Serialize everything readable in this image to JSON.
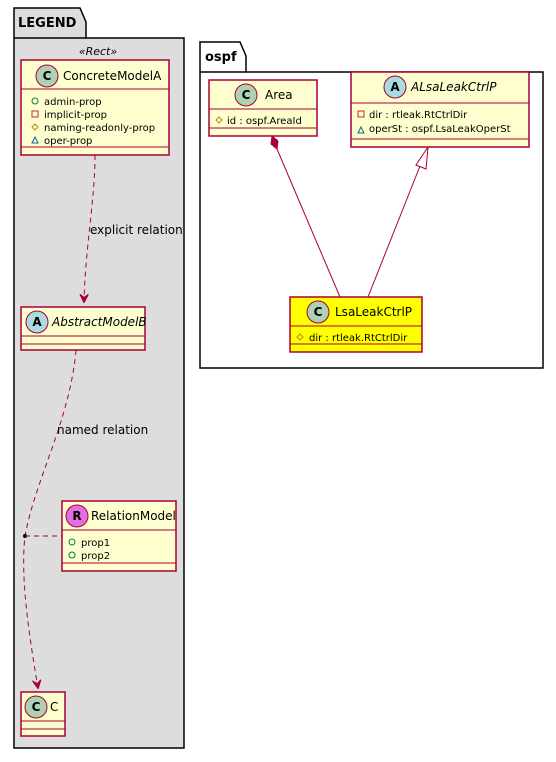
{
  "legend": {
    "title": "LEGEND",
    "stereotype": "«Rect»",
    "concrete_model": {
      "badge": "C",
      "name": "ConcreteModelA",
      "attributes": [
        {
          "vis": "+",
          "text": "admin-prop"
        },
        {
          "vis": "-",
          "text": "implicit-prop"
        },
        {
          "vis": "#",
          "text": "naming-readonly-prop"
        },
        {
          "vis": "~",
          "text": "oper-prop"
        }
      ]
    },
    "abstract_model": {
      "badge": "A",
      "name": "AbstractModelB"
    },
    "relation_model": {
      "badge": "R",
      "name": "RelationModel",
      "attributes": [
        {
          "vis": "+",
          "text": "prop1"
        },
        {
          "vis": "+",
          "text": "prop2"
        }
      ]
    },
    "class_c": {
      "badge": "C",
      "name": "C"
    },
    "relations": {
      "explicit": "explicit relation",
      "named": "named relation"
    }
  },
  "ospf": {
    "title": "ospf",
    "area": {
      "badge": "C",
      "name": "Area",
      "attributes": [
        {
          "vis": "#",
          "text": "id : ospf.AreaId"
        }
      ]
    },
    "alsa": {
      "badge": "A",
      "name": "ALsaLeakCtrlP",
      "attributes": [
        {
          "vis": "-",
          "text": "dir : rtleak.RtCtrlDir"
        },
        {
          "vis": "~",
          "text": "operSt : ospf.LsaLeakOperSt"
        }
      ]
    },
    "lsa": {
      "badge": "C",
      "name": "LsaLeakCtrlP",
      "attributes": [
        {
          "vis": "#",
          "text": "dir : rtleak.RtCtrlDir"
        }
      ]
    }
  },
  "colors": {
    "class_fill": "#fefece",
    "highlight_fill": "#ffff00",
    "border": "#a80036",
    "legend_bg": "#dddddd",
    "badge_c": "#add1b2",
    "badge_a": "#a9dcdf",
    "badge_r": "#e26fe0"
  }
}
